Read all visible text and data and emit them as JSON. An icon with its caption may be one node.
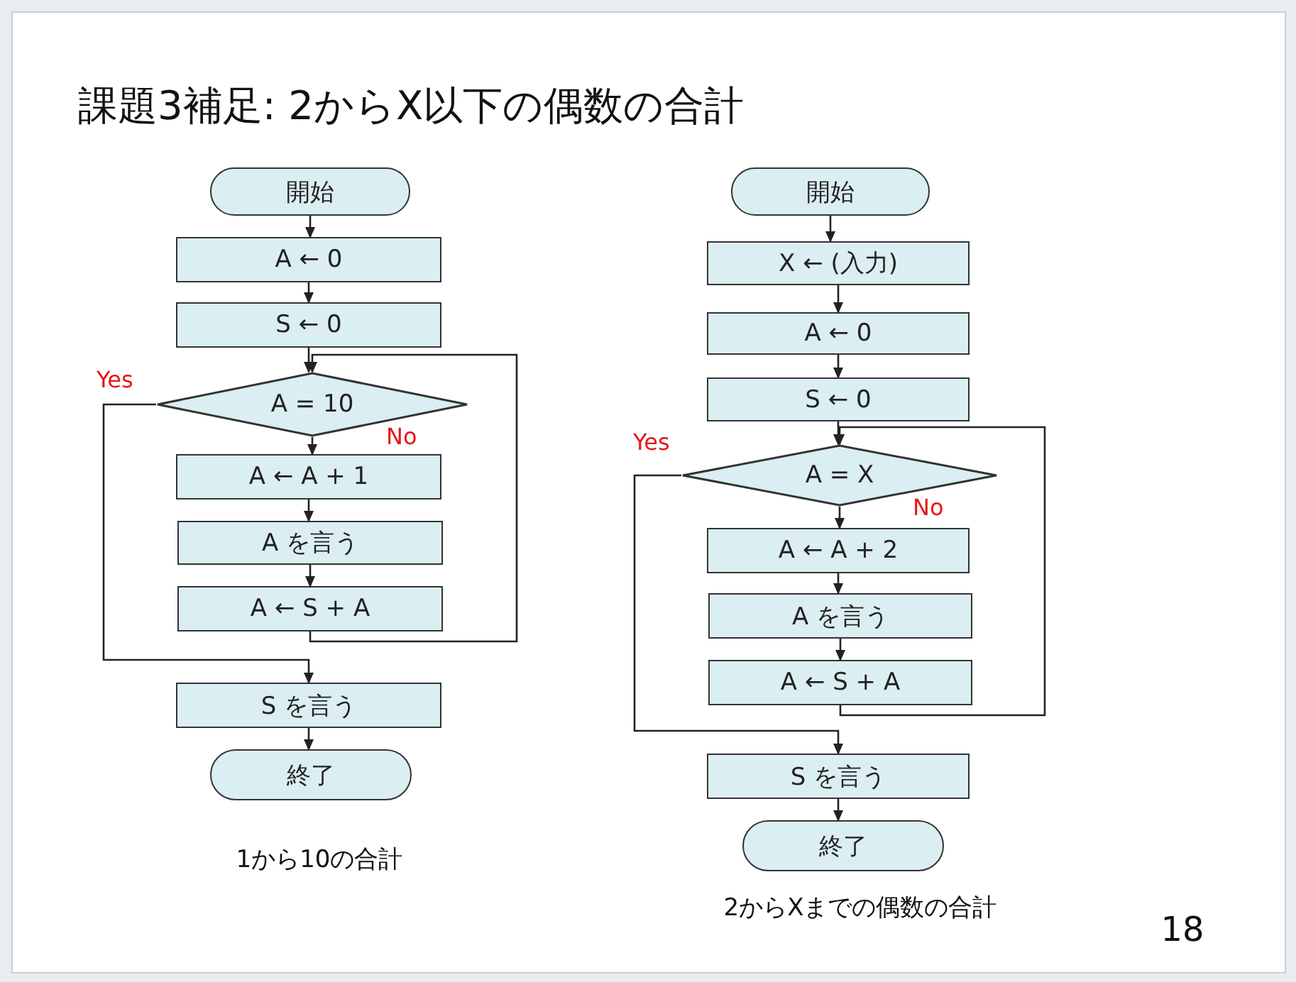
{
  "diagram": {
    "title": "課題3補足: 2からX以下の偶数の合計",
    "nodes": [
      {
        "text": [
          "開始"
        ]
      },
      {
        "text": [
          "A ← 0"
        ]
      },
      {
        "text": [
          "S ← 0"
        ]
      },
      {
        "text": [
          "A = 10"
        ]
      },
      {
        "text": [
          "A ← A + 1"
        ]
      },
      {
        "text": [
          "A を言う"
        ]
      },
      {
        "text": [
          "A ← S + A"
        ]
      },
      {
        "text": [
          "S を言う"
        ]
      },
      {
        "text": [
          "終了"
        ]
      },
      {
        "text": [
          "開始"
        ]
      },
      {
        "text": [
          "X ← (入力)"
        ]
      },
      {
        "text": [
          "A ← 0"
        ]
      },
      {
        "text": [
          "S ← 0"
        ]
      },
      {
        "text": [
          "A = X"
        ]
      },
      {
        "text": [
          "A ← A + 2"
        ]
      },
      {
        "text": [
          "A を言う"
        ]
      },
      {
        "text": [
          "A ← S + A"
        ]
      },
      {
        "text": [
          "S を言う"
        ]
      },
      {
        "text": [
          "終了"
        ]
      }
    ],
    "edges": [
      {
        "from": 0,
        "to": 1,
        "arrow": "to"
      },
      {
        "from": 1,
        "to": 2,
        "arrow": "to"
      },
      {
        "from": 2,
        "to": 3,
        "arrow": "to"
      },
      {
        "from": 3,
        "to": 4,
        "arrow": "to",
        "label": "No"
      },
      {
        "from": 4,
        "to": 5,
        "arrow": "to"
      },
      {
        "from": 5,
        "to": 6,
        "arrow": "to"
      },
      {
        "from": 6,
        "to": 3,
        "arrow": "to"
      },
      {
        "from": 3,
        "to": 7,
        "arrow": "to",
        "label": "Yes"
      },
      {
        "from": 7,
        "to": 8,
        "arrow": "to"
      },
      {
        "from": 9,
        "to": 10,
        "arrow": "to"
      },
      {
        "from": 10,
        "to": 11,
        "arrow": "to"
      },
      {
        "from": 11,
        "to": 12,
        "arrow": "to"
      },
      {
        "from": 12,
        "to": 13,
        "arrow": "to"
      },
      {
        "from": 13,
        "to": 14,
        "arrow": "to",
        "label": "No"
      },
      {
        "from": 14,
        "to": 15,
        "arrow": "to"
      },
      {
        "from": 15,
        "to": 16,
        "arrow": "to"
      },
      {
        "from": 16,
        "to": 13,
        "arrow": "to"
      },
      {
        "from": 13,
        "to": 17,
        "arrow": "to",
        "label": "Yes"
      },
      {
        "from": 17,
        "to": 18,
        "arrow": "to"
      }
    ],
    "labels": [
      "1から10の合計",
      "2からXまでの偶数の合計",
      "18"
    ]
  }
}
